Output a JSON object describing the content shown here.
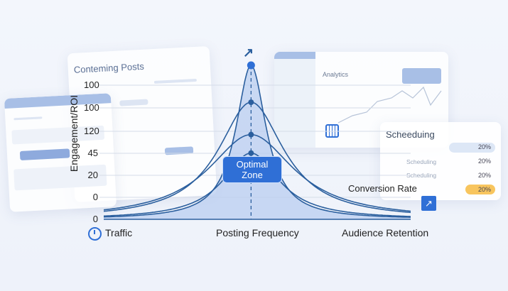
{
  "panels": {
    "posts_title": "Contеming Posts",
    "analytics_title": "Analytics",
    "scheduling": {
      "title": "Scheeduing",
      "rows": [
        {
          "label": "",
          "value": "20%"
        },
        {
          "label": "Scheduling",
          "value": "20%"
        },
        {
          "label": "Scheduling",
          "value": "20%"
        },
        {
          "label": "Conversion Rate",
          "value": "20%"
        }
      ]
    }
  },
  "chart_data": {
    "type": "line",
    "title": "",
    "ylabel": "Engagement/ROI",
    "ytick_labels": [
      "100",
      "100",
      "120",
      "45",
      "20",
      "0",
      "0"
    ],
    "xlabels": [
      "Traffic",
      "Posting Frequency",
      "Audience Retention"
    ],
    "xlim": [
      0,
      100
    ],
    "ylim": [
      0,
      100
    ],
    "peak_x": 48,
    "annotation": "Optimal Zone",
    "series": [
      {
        "name": "curve-1",
        "peak": 100,
        "width": 6,
        "filled": true
      },
      {
        "name": "curve-2",
        "peak": 76,
        "width": 13
      },
      {
        "name": "curve-3",
        "peak": 55,
        "width": 17
      },
      {
        "name": "curve-4",
        "peak": 43,
        "width": 11
      }
    ],
    "colors": {
      "accent": "#2f6fd6",
      "line": "#2b5f9e",
      "fill": "#b9cdf0"
    }
  }
}
